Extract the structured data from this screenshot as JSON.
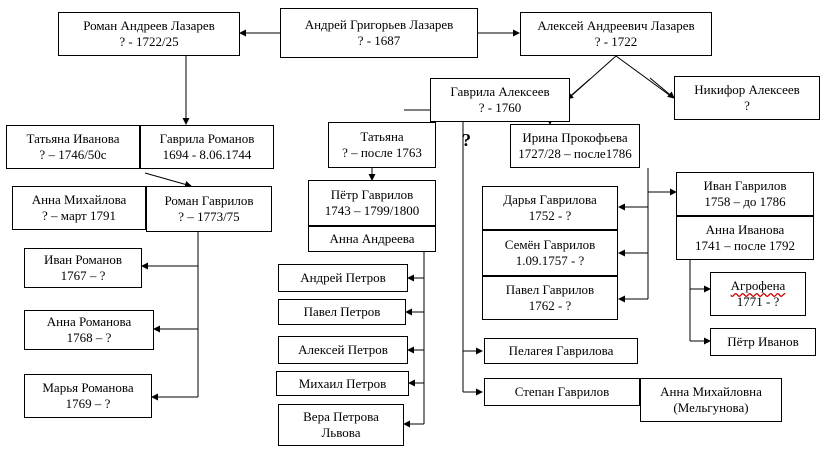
{
  "people": {
    "andrey_grigoriev": {
      "name": "Андрей Григорьев Лазарев",
      "dates": "? - 1687"
    },
    "roman_andreev": {
      "name": "Роман Андреев Лазарев",
      "dates": "? - 1722/25"
    },
    "aleksey_andreevich": {
      "name": "Алексей Андреевич Лазарев",
      "dates": "? - 1722"
    },
    "gavrila_alekseev": {
      "name": "Гаврила Алексеев",
      "dates": "? - 1760"
    },
    "nikifor_alekseev": {
      "name": "Никифор Алексеев",
      "dates": "?"
    },
    "tatyana_ivanova": {
      "name": "Татьяна Иванова",
      "dates": "? – 1746/50с"
    },
    "gavrila_romanov": {
      "name": "Гаврила Романов",
      "dates": "1694 - 8.06.1744"
    },
    "anna_mikhaylova": {
      "name": "Анна Михайлова",
      "dates": "? – март 1791"
    },
    "roman_gavrilov": {
      "name": "Роман Гаврилов",
      "dates": "? – 1773/75"
    },
    "ivan_romanov": {
      "name": "Иван Романов",
      "dates": "1767 – ?"
    },
    "anna_romanova": {
      "name": "Анна Романова",
      "dates": "1768 – ?"
    },
    "marya_romanova": {
      "name": "Марья Романова",
      "dates": "1769 – ?"
    },
    "tatyana": {
      "name": "Татьяна",
      "dates": "? – после 1763"
    },
    "irina_prokofyeva": {
      "name": "Ирина Прокофьева",
      "dates": "1727/28 – после1786"
    },
    "pyotr_gavrilov": {
      "name": "Пётр Гаврилов",
      "dates": "1743 – 1799/1800"
    },
    "anna_andreeva": {
      "name": "Анна Андреева",
      "dates": ""
    },
    "andrey_petrov": {
      "name": "Андрей Петров",
      "dates": ""
    },
    "pavel_petrov": {
      "name": "Павел Петров",
      "dates": ""
    },
    "aleksey_petrov": {
      "name": "Алексей Петров",
      "dates": ""
    },
    "mikhail_petrov": {
      "name": "Михаил Петров",
      "dates": ""
    },
    "vera_petrova": {
      "name": "Вера Петрова",
      "dates": "Львова"
    },
    "darya_gavrilova": {
      "name": "Дарья Гаврилова",
      "dates": "1752 - ?"
    },
    "semyon_gavrilov": {
      "name": "Семён Гаврилов",
      "dates": "1.09.1757 - ?"
    },
    "pavel_gavrilov": {
      "name": "Павел Гаврилов",
      "dates": "1762 - ?"
    },
    "ivan_gavrilov": {
      "name": "Иван Гаврилов",
      "dates": "1758 – до 1786"
    },
    "anna_ivanova": {
      "name": "Анна Иванова",
      "dates": "1741 – после 1792"
    },
    "agrofena": {
      "name": "Агрофена",
      "dates": "1771 - ?"
    },
    "pyotr_ivanov": {
      "name": "Пётр Иванов",
      "dates": ""
    },
    "pelageya_gavrilova": {
      "name": "Пелагея Гаврилова",
      "dates": ""
    },
    "stepan_gavrilov": {
      "name": "Степан Гаврилов",
      "dates": ""
    },
    "anna_mikhaylovna": {
      "name": "Анна Михайловна",
      "dates": "(Мельгунова)"
    }
  },
  "unknown_marker": "?"
}
